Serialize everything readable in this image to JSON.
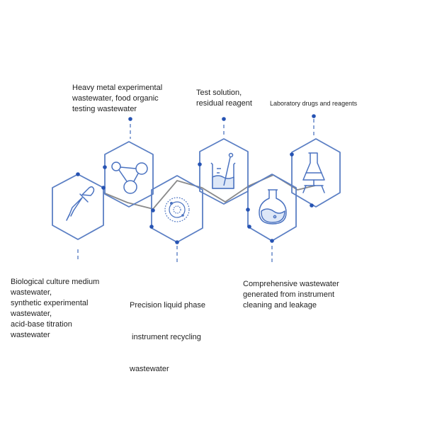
{
  "colors": {
    "hex_stroke": "#5b7fc4",
    "icon_stroke": "#4a72c0",
    "zigzag": "#8a8a8a",
    "node_dot": "#2653b3",
    "text": "#222222"
  },
  "captions": {
    "dropper": {
      "icon": "dropper-icon",
      "lines": [
        "Biological culture medium",
        "wastewater,",
        "synthetic experimental",
        "wastewater,",
        "acid-base titration",
        "wastewater"
      ]
    },
    "molecule": {
      "icon": "molecule-icon",
      "lines": [
        "Heavy metal experimental",
        "wastewater, food organic",
        "testing wastewater"
      ]
    },
    "atom": {
      "icon": "atom-icon",
      "lines": [
        "Precision liquid phase",
        " instrument recycling",
        "wastewater"
      ]
    },
    "beaker": {
      "icon": "beaker-icon",
      "lines": [
        "Test solution,",
        "residual reagent"
      ]
    },
    "flask": {
      "icon": "round-flask-icon",
      "lines": [
        "Comprehensive wastewater",
        "generated from instrument",
        "cleaning and leakage"
      ]
    },
    "stand": {
      "icon": "flask-stand-icon",
      "lines": [
        "Laboratory drugs and reagents"
      ]
    }
  }
}
